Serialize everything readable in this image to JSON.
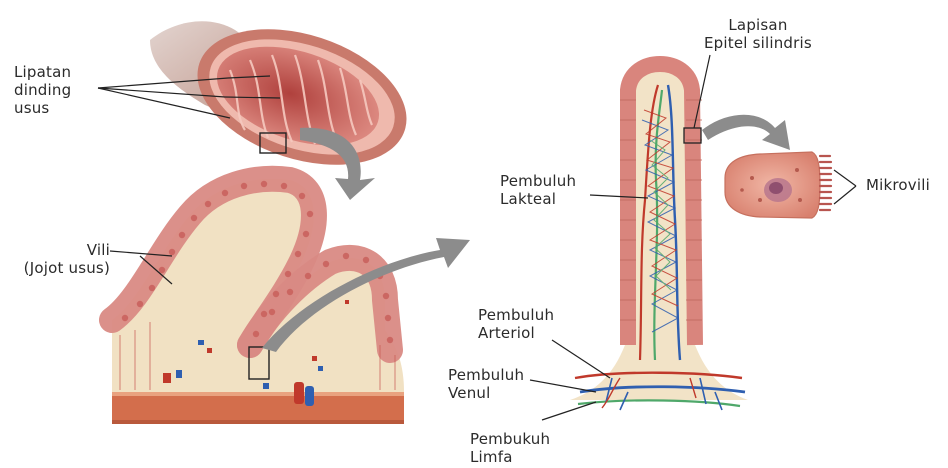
{
  "labels": {
    "lipatan": [
      "Lipatan",
      "dinding",
      "usus"
    ],
    "vili": [
      "Vili",
      "(Jojot usus)"
    ],
    "lapisan": [
      "Lapisan",
      "Epitel silindris"
    ],
    "lakteal": [
      "Pembuluh",
      "Lakteal"
    ],
    "mikrovili": "Mikrovili",
    "arteriol": [
      "Pembuluh",
      "Arteriol"
    ],
    "venul": [
      "Pembuluh",
      "Venul"
    ],
    "limfa": [
      "Pembukuh",
      "Limfa"
    ]
  },
  "colors": {
    "tissue_pink": "#d98880",
    "tissue_dark": "#b8554f",
    "tissue_light": "#f2c2b8",
    "core_cream": "#f3e3c6",
    "muscle_orange": "#d9704f",
    "arrow_gray": "#8a8a8a",
    "vein_blue": "#2f5fb0",
    "artery_red": "#c0392b",
    "lymph_green": "#4fa86a"
  }
}
